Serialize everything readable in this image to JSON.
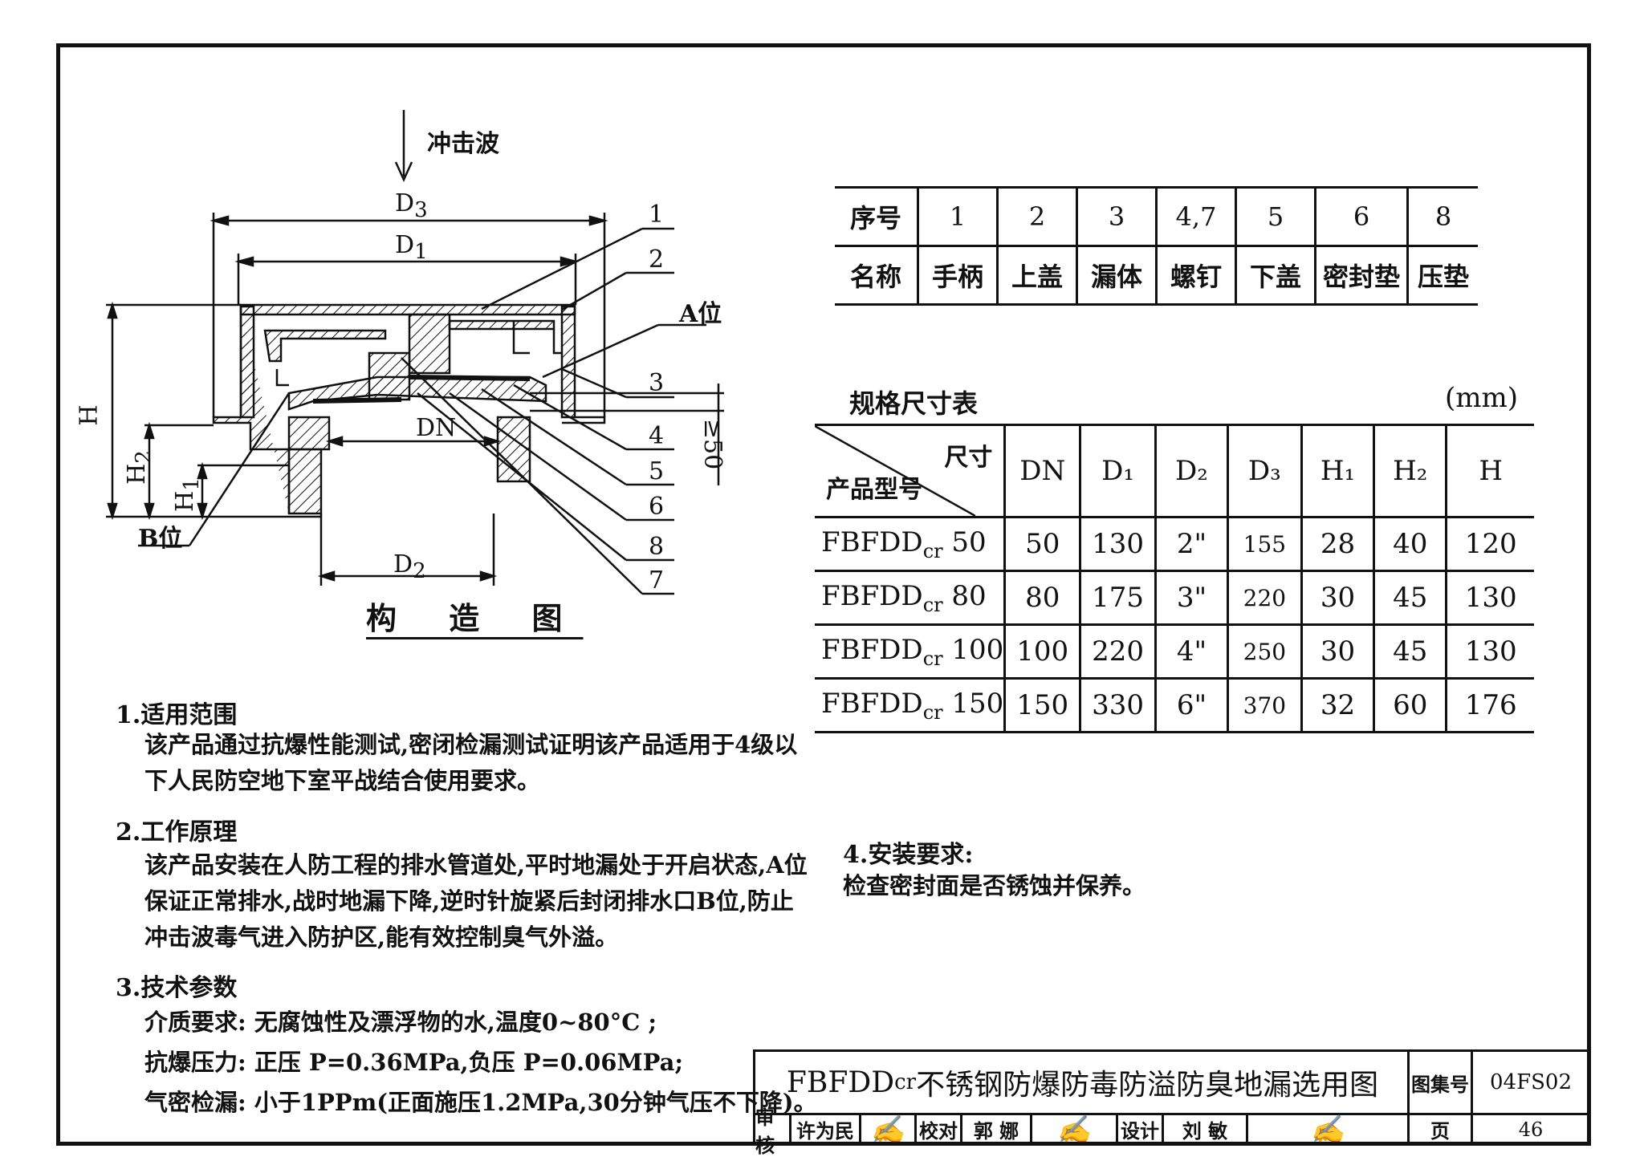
{
  "drawing": {
    "shock_wave_label": "冲击波",
    "d3_label": "D",
    "d3_sub": "3",
    "d1_label": "D",
    "d1_sub": "1",
    "d2_label": "D",
    "d2_sub": "2",
    "dn_label": "DN",
    "h_label": "H",
    "h2_label": "H",
    "h2_sub": "2",
    "h1_label": "H",
    "h1_sub": "1",
    "ge50_label": "≥50",
    "a_pos_label": "A位",
    "b_pos_label": "B位",
    "callouts": [
      "1",
      "2",
      "3",
      "4",
      "5",
      "6",
      "8",
      "7"
    ],
    "caption": "构 造 图"
  },
  "parts_table": {
    "row_label_no": "序号",
    "row_label_name": "名称",
    "numbers": [
      "1",
      "2",
      "3",
      "4,7",
      "5",
      "6",
      "8"
    ],
    "names": [
      "手柄",
      "上盖",
      "漏体",
      "螺钉",
      "下盖",
      "密封垫",
      "压垫"
    ]
  },
  "spec_table": {
    "title": "规格尺寸表",
    "unit": "(mm)",
    "header_top": "尺寸",
    "header_bottom": "产品型号",
    "columns": [
      "DN",
      "D₁",
      "D₂",
      "D₃",
      "H₁",
      "H₂",
      "H"
    ],
    "rows": [
      {
        "model": "FBFDD",
        "sub": "cr",
        "size": "50",
        "values": [
          "50",
          "130",
          "2\"",
          "155",
          "28",
          "40",
          "120"
        ]
      },
      {
        "model": "FBFDD",
        "sub": "cr",
        "size": "80",
        "values": [
          "80",
          "175",
          "3\"",
          "220",
          "30",
          "45",
          "130"
        ]
      },
      {
        "model": "FBFDD",
        "sub": "cr",
        "size": "100",
        "values": [
          "100",
          "220",
          "4\"",
          "250",
          "30",
          "45",
          "130"
        ]
      },
      {
        "model": "FBFDD",
        "sub": "cr",
        "size": "150",
        "values": [
          "150",
          "330",
          "6\"",
          "370",
          "32",
          "60",
          "176"
        ]
      }
    ]
  },
  "notes": {
    "n1_title": "1.适用范围",
    "n1_line1": "该产品通过抗爆性能测试,密闭检漏测试证明该产品适用于4级以",
    "n1_line2": "下人民防空地下室平战结合使用要求。",
    "n2_title": "2.工作原理",
    "n2_line1": "该产品安装在人防工程的排水管道处,平时地漏处于开启状态,A位",
    "n2_line2": "保证正常排水,战时地漏下降,逆时针旋紧后封闭排水口B位,防止",
    "n2_line3": "冲击波毒气进入防护区,能有效控制臭气外溢。",
    "n3_title": "3.技术参数",
    "n3_line1": "介质要求: 无腐蚀性及漂浮物的水,温度0~80°C ;",
    "n3_line2": "抗爆压力: 正压  P=0.36MPa,负压  P=0.06MPa;",
    "n3_line3": "气密检漏: 小于1PPm(正面施压1.2MPa,30分钟气压不下降)。",
    "n4_title": "4.安装要求:",
    "n4_line1": "检查密封面是否锈蚀并保养。"
  },
  "title_block": {
    "title_prefix": "FBFDD",
    "title_sub": "cr",
    "title_rest": " 不锈钢防爆防毒防溢防臭地漏选用图",
    "atlas_label": "图集号",
    "atlas_no": "04FS02",
    "review_label": "审核",
    "reviewer": "许为民",
    "check_label": "校对",
    "checker": "郭 娜",
    "design_label": "设计",
    "designer": "刘 敏",
    "page_label": "页",
    "page_no": "46"
  }
}
